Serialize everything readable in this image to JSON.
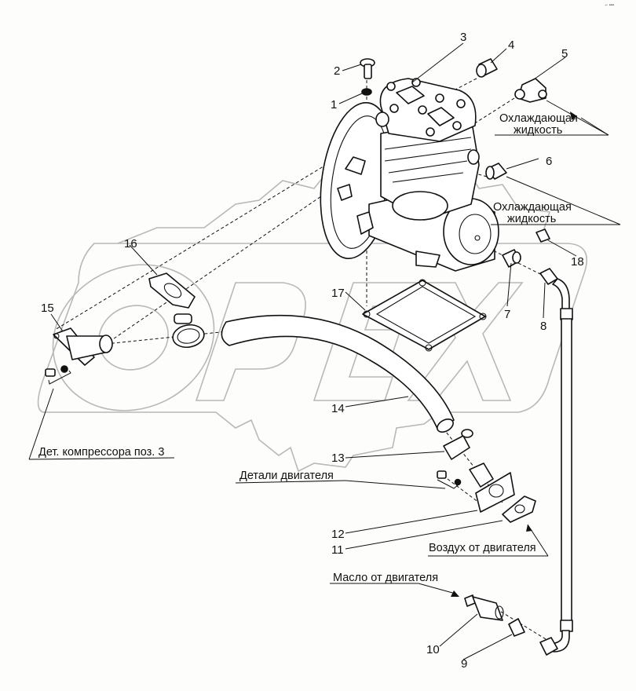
{
  "diagram": {
    "title": "Compressor installation (exploded view)",
    "watermark": "OPEX",
    "corner_mark": "⌐ ▪▪▪",
    "callouts": [
      {
        "id": "1",
        "label": "1"
      },
      {
        "id": "2",
        "label": "2"
      },
      {
        "id": "3",
        "label": "3"
      },
      {
        "id": "4",
        "label": "4"
      },
      {
        "id": "5",
        "label": "5"
      },
      {
        "id": "6",
        "label": "6"
      },
      {
        "id": "7",
        "label": "7"
      },
      {
        "id": "8",
        "label": "8"
      },
      {
        "id": "9",
        "label": "9"
      },
      {
        "id": "10",
        "label": "10"
      },
      {
        "id": "11",
        "label": "11"
      },
      {
        "id": "12",
        "label": "12"
      },
      {
        "id": "13",
        "label": "13"
      },
      {
        "id": "14",
        "label": "14"
      },
      {
        "id": "15",
        "label": "15"
      },
      {
        "id": "16",
        "label": "16"
      },
      {
        "id": "17",
        "label": "17"
      },
      {
        "id": "18",
        "label": "18"
      }
    ],
    "annotations": {
      "coolant_top_line1": "Охлаждающая",
      "coolant_top_line2": "жидкость",
      "coolant_mid_line1": "Охлаждающая",
      "coolant_mid_line2": "жидкость",
      "compressor_parts": "Дет. компрессора поз. 3",
      "engine_parts": "Детали двигателя",
      "air_from_engine": "Воздух от двигателя",
      "oil_from_engine": "Масло от двигателя"
    }
  }
}
